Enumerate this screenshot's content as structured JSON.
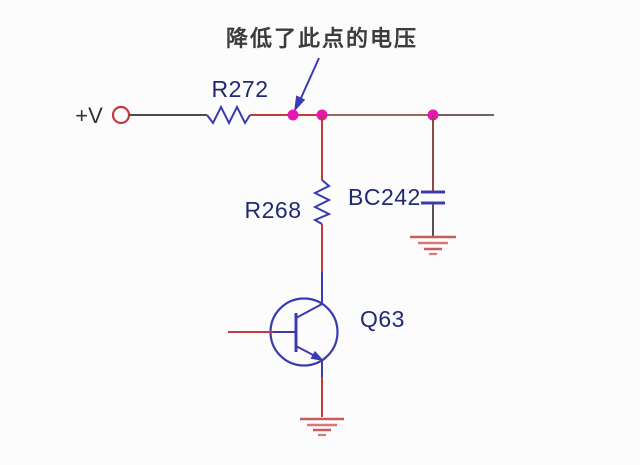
{
  "annotation": {
    "text": "降低了此点的电压"
  },
  "components": {
    "supply": {
      "label": "+V"
    },
    "r272": {
      "label": "R272",
      "type": "resistor"
    },
    "r268": {
      "label": "R268",
      "type": "resistor"
    },
    "bc242": {
      "label": "BC242",
      "type": "capacitor"
    },
    "q63": {
      "label": "Q63",
      "type": "npn-transistor"
    }
  },
  "colors": {
    "background": "#fcfcfc",
    "wire_red": "#c43a3a",
    "wire_dark_left": "#55484e",
    "wire_rust": "#9a6a58",
    "wire_gray_right": "#70625c",
    "wire_dark_red_cap": "#8a4a46",
    "wire_dark_cap_lower": "#5a4e50",
    "component_blue": "#3b3bb0",
    "label_navy": "#202a72",
    "junction_magenta": "#e718af",
    "terminal_red": "#c13a42",
    "ground_red": "#c65c5c",
    "ground_red_light": "#d87878",
    "annotation_text": "#3c3c3c",
    "supply_text": "#32323c"
  }
}
